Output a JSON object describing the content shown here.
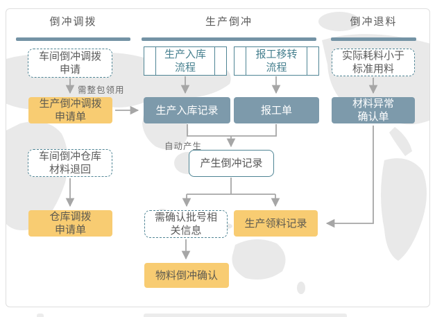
{
  "colors": {
    "accent_bar": "#7493a5",
    "blue_box": "#7d9aab",
    "orange_box": "#f8cc72",
    "teal_border": "#4e8494",
    "arrow": "#a6a6a6",
    "header_text": "#5a5a5a"
  },
  "columns": [
    {
      "title": "倒冲调拨"
    },
    {
      "title": "生产倒冲"
    },
    {
      "title": "倒冲退料"
    }
  ],
  "nodes": {
    "workshop_backflush_transfer_request": {
      "lines": [
        "车间倒冲调拨",
        "申请"
      ]
    },
    "production_inbound_process": {
      "lines": [
        "生产入库",
        "流程"
      ]
    },
    "work_report_transfer_process": {
      "lines": [
        "报工移转",
        "流程"
      ]
    },
    "actual_usage_less_than_standard": {
      "lines": [
        "实际耗料小于",
        "标准用料"
      ]
    },
    "production_backflush_transfer_form": {
      "lines": [
        "生产倒冲调拨",
        "申请单"
      ]
    },
    "production_inbound_record": {
      "lines": [
        "生产入库记录"
      ]
    },
    "work_report_form": {
      "lines": [
        "报工单"
      ]
    },
    "material_abnormal_confirmation": {
      "lines": [
        "材料异常",
        "确认单"
      ]
    },
    "workshop_backflush_warehouse_return": {
      "lines": [
        "车间倒冲仓库",
        "材料退回"
      ]
    },
    "backflush_record_generated": {
      "lines": [
        "产生倒冲记录"
      ]
    },
    "warehouse_transfer_form": {
      "lines": [
        "仓库调拨",
        "申请单"
      ]
    },
    "batch_info_confirmation": {
      "lines": [
        "需确认批号相",
        "关信息"
      ]
    },
    "production_picking_record": {
      "lines": [
        "生产领料记录"
      ]
    },
    "material_backflush_confirmation": {
      "lines": [
        "物料倒冲确认"
      ]
    }
  },
  "edge_labels": {
    "whole_package_requisition": "需整包领用",
    "auto_generated": "自动产生"
  }
}
